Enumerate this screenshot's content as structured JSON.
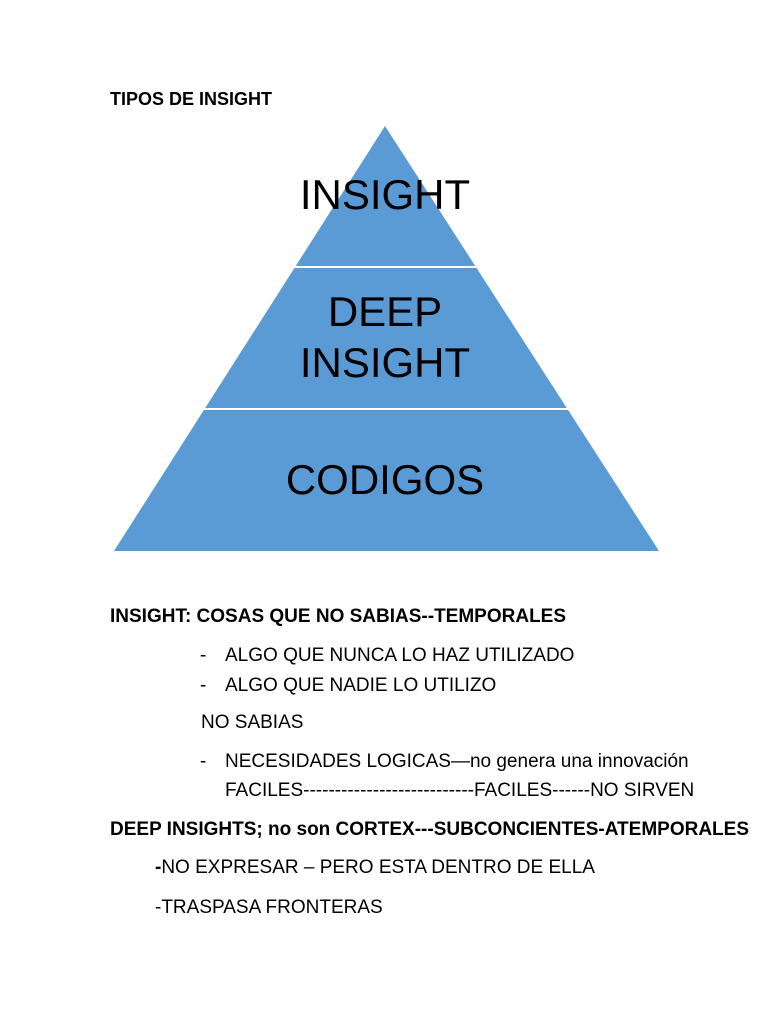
{
  "document": {
    "heading": "TIPOS DE INSIGHT",
    "pyramid": {
      "levels": [
        {
          "lines": [
            "INSIGHT"
          ]
        },
        {
          "lines": [
            "DEEP",
            "INSIGHT"
          ]
        },
        {
          "lines": [
            "CODIGOS"
          ]
        }
      ],
      "fill_color": "#5b9bd5",
      "divider_color": "#ffffff"
    },
    "insight_heading": "INSIGHT: COSAS QUE NO SABIAS--TEMPORALES",
    "bullet_marker": "-",
    "insight_bullets": [
      "ALGO QUE NUNCA LO HAZ UTILIZADO",
      "ALGO QUE NADIE LO UTILIZO"
    ],
    "no_sabias": "NO SABIAS",
    "necesidades_line": "NECESIDADES LOGICAS—no genera una innovación",
    "faciles_line": "FACILES---------------------------FACILES------NO SIRVEN",
    "deep_heading": "DEEP INSIGHTS; no son CORTEX---SUBCONCIENTES-ATEMPORALES",
    "deep_item_1_marker": "-",
    "deep_item_1_text": "NO EXPRESAR – PERO ESTA DENTRO DE ELLA",
    "deep_item_2": "-TRASPASA FRONTERAS"
  }
}
